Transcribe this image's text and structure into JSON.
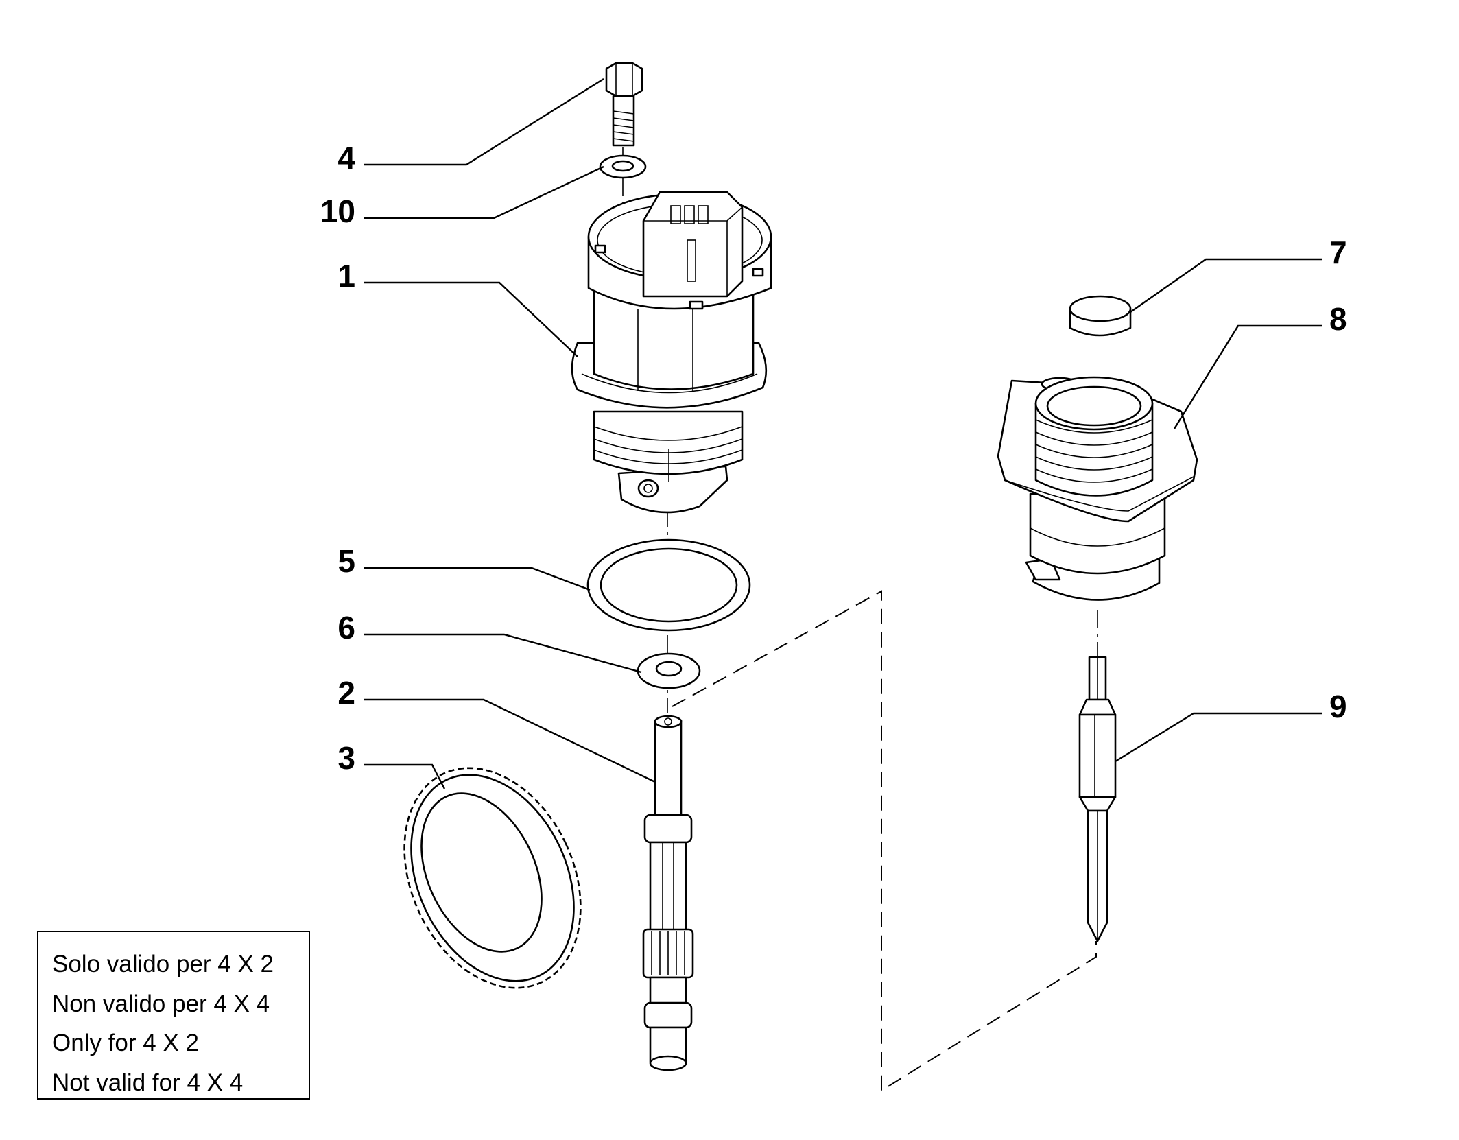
{
  "callouts": [
    {
      "id": "4",
      "label": "4"
    },
    {
      "id": "10",
      "label": "10"
    },
    {
      "id": "1",
      "label": "1"
    },
    {
      "id": "5",
      "label": "5"
    },
    {
      "id": "6",
      "label": "6"
    },
    {
      "id": "2",
      "label": "2"
    },
    {
      "id": "3",
      "label": "3"
    },
    {
      "id": "7",
      "label": "7"
    },
    {
      "id": "8",
      "label": "8"
    },
    {
      "id": "9",
      "label": "9"
    }
  ],
  "note": {
    "lines": [
      "Solo valido per 4 X 2",
      "Non valido per 4 X 4",
      "Only for 4 X 2",
      "Not valid for 4 X 4"
    ]
  }
}
